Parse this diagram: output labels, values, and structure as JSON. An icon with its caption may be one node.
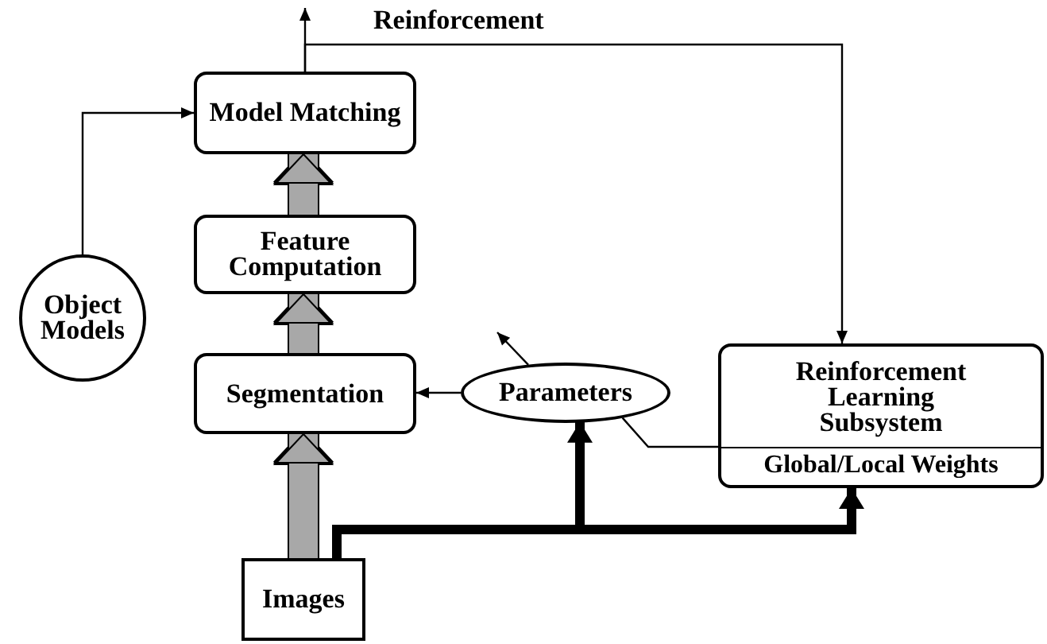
{
  "diagram": {
    "nodes": [
      {
        "text": [
          "Model Matching"
        ]
      },
      {
        "text": [
          "Object Models"
        ]
      },
      {
        "text": [
          "Feature Computation"
        ]
      },
      {
        "text": [
          "Segmentation"
        ]
      },
      {
        "text": [
          "Parameters"
        ]
      },
      {
        "text": [
          "Reinforcement Learning Subsystem",
          "Global/Local Weights"
        ]
      },
      {
        "text": [
          "Images"
        ]
      }
    ],
    "edges": [
      {
        "from": 1,
        "to": 0,
        "arrow": "to"
      },
      {
        "from": 2,
        "to": 0,
        "arrow": "to",
        "style": "thick",
        "color": "#a8a8a8"
      },
      {
        "from": 3,
        "to": 2,
        "arrow": "to",
        "style": "thick",
        "color": "#a8a8a8"
      },
      {
        "from": 6,
        "to": 3,
        "arrow": "to",
        "style": "thick",
        "color": "#a8a8a8"
      },
      {
        "from": 4,
        "to": 3,
        "arrow": "to"
      },
      {
        "from": 6,
        "to": 4,
        "arrow": "to",
        "style": "thick"
      },
      {
        "from": 6,
        "to": 5,
        "arrow": "to",
        "style": "thick"
      },
      {
        "from": 0,
        "to": null,
        "arrow": "to"
      },
      {
        "from": 0,
        "to": 5,
        "arrow": "to",
        "label": "Reinforcement"
      },
      {
        "from": 4,
        "to": null,
        "arrow": "to"
      },
      {
        "from": 5,
        "to": 4,
        "arrow": "none"
      }
    ]
  }
}
